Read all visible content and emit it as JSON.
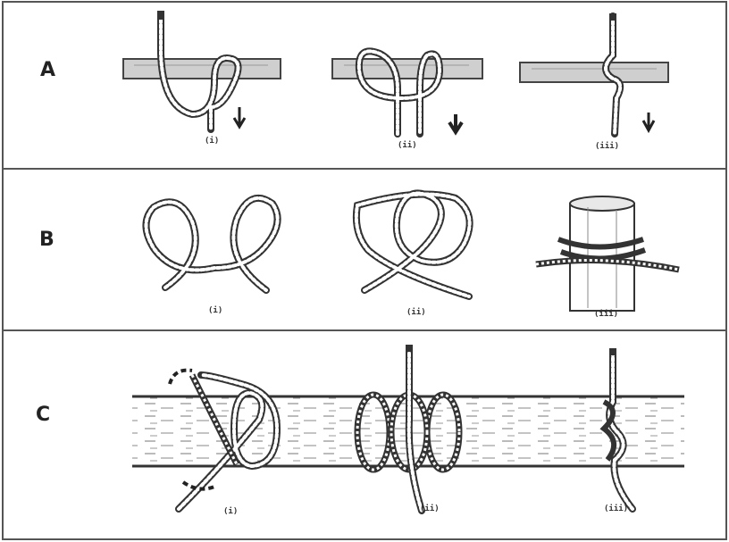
{
  "panels": [
    {
      "id": "A",
      "label": "A",
      "steps": [
        "(i)",
        "(ii)",
        "(iii)"
      ]
    },
    {
      "id": "B",
      "label": "B",
      "steps": [
        "(i)",
        "(ii)",
        "(iii)"
      ]
    },
    {
      "id": "C",
      "label": "C",
      "steps": [
        "(i)",
        "(ii)",
        "(iii)"
      ]
    }
  ],
  "colors": {
    "border": "#555555",
    "rope": "#3a3a3a",
    "pole": "#bdbdbd",
    "pole_stroke": "#444444"
  }
}
